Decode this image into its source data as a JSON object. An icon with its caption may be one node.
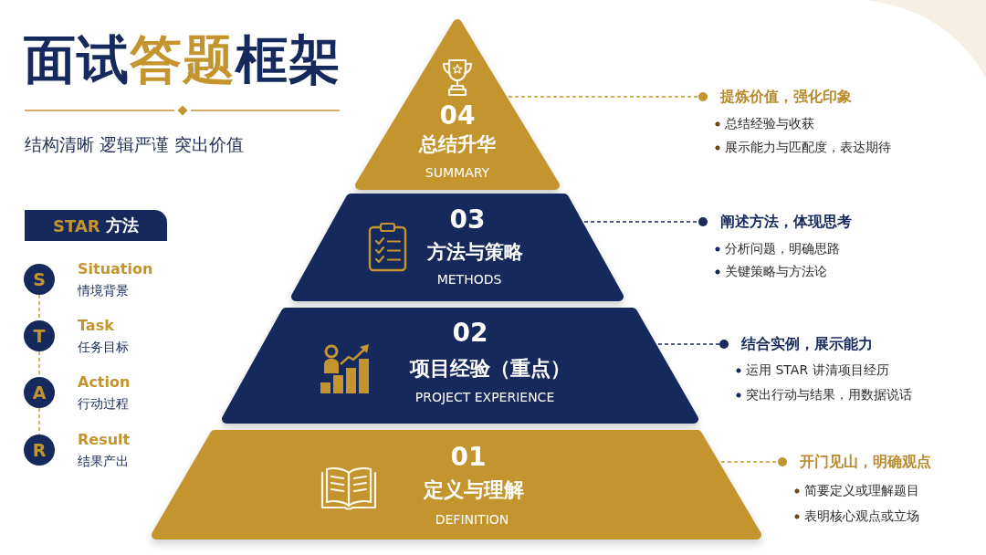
{
  "diagram": {
    "title": "面试答题框架",
    "nodes": [
      {
        "text": [
          "STAR 方法"
        ]
      },
      {
        "text": [
          "S"
        ],
        "beside": [
          "Situation",
          "情境背景"
        ]
      },
      {
        "text": [
          "T"
        ],
        "beside": [
          "Task",
          "任务目标"
        ]
      },
      {
        "text": [
          "A"
        ],
        "beside": [
          "Action",
          "行动过程"
        ]
      },
      {
        "text": [
          "R"
        ],
        "beside": [
          "Result",
          "结果产出"
        ]
      },
      {
        "text": [
          "04",
          "总结升华",
          "SUMMARY"
        ]
      },
      {
        "text": [
          "03",
          "方法与策略",
          "METHODS"
        ]
      },
      {
        "text": [
          "02",
          "项目经验（重点）",
          "PROJECT EXPERIENCE"
        ]
      },
      {
        "text": [
          "01",
          "定义与理解",
          "DEFINITION"
        ]
      },
      {
        "text": [
          "提炼价值，强化印象",
          "总结经验与收获",
          "展示能力与匹配度，表达期待"
        ]
      },
      {
        "text": [
          "阐述方法，体现思考",
          "分析问题，明确思路",
          "关键策略与方法论"
        ]
      },
      {
        "text": [
          "结合实例，展示能力",
          "运用 STAR 讲清项目经历",
          "突出行动与结果，用数据说话"
        ]
      },
      {
        "text": [
          "开门见山，明确观点",
          "简要定义或理解题目",
          "表明核心观点或立场"
        ]
      }
    ],
    "edges": [
      {
        "from": 1,
        "to": 2,
        "arrow": "none",
        "style": "dashed"
      },
      {
        "from": 2,
        "to": 3,
        "arrow": "none",
        "style": "dashed"
      },
      {
        "from": 3,
        "to": 4,
        "arrow": "none",
        "style": "dashed"
      },
      {
        "from": 5,
        "to": 9,
        "arrow": "other",
        "style": "dashed"
      },
      {
        "from": 6,
        "to": 10,
        "arrow": "other",
        "style": "dashed",
        "color": "#1b2a5c"
      },
      {
        "from": 7,
        "to": 11,
        "arrow": "other",
        "style": "dashed",
        "color": "#1b2a5c"
      },
      {
        "from": 8,
        "to": 12,
        "arrow": "other",
        "style": "dashed"
      }
    ],
    "labels": [
      "结构清晰 逻辑严谨 突出价值"
    ]
  }
}
